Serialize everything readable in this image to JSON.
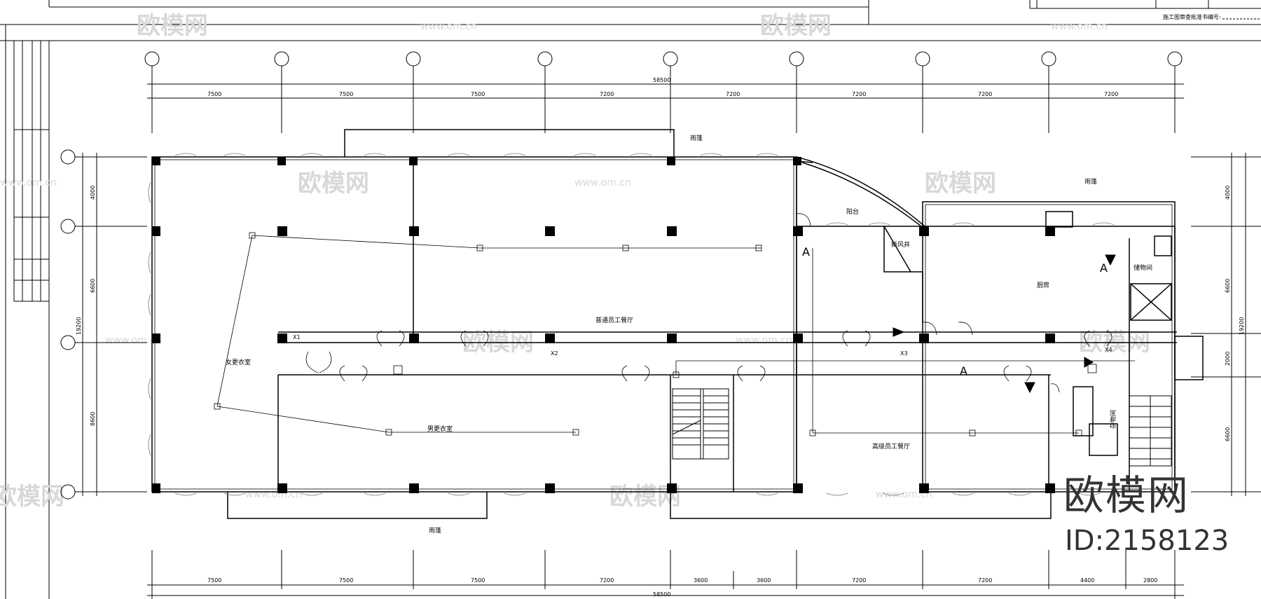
{
  "title_block": {
    "review_label": "施工图审查批准书编号:"
  },
  "watermark": {
    "brand": "欧模网",
    "url": "www.om.cn"
  },
  "stamp": {
    "brand": "欧模网",
    "id": "ID:2158123"
  },
  "plan": {
    "total_dimension_top": "58500",
    "total_dimension_bottom": "58500",
    "top_spans": [
      "7500",
      "7500",
      "7500",
      "7200",
      "7200",
      "7200",
      "7200",
      "7200"
    ],
    "bottom_spans": [
      "7500",
      "7500",
      "7500",
      "7200",
      "3600",
      "3600",
      "7200",
      "7200",
      "4400",
      "2800"
    ],
    "left_spans": [
      "4000",
      "6600",
      "8600"
    ],
    "left_total": "19200",
    "right_spans": [
      "4000",
      "6600",
      "2000",
      "6600"
    ],
    "right_total": "19200",
    "rooms": {
      "canopy_top": "雨篷",
      "canopy_right": "雨篷",
      "canopy_bottom": "雨篷",
      "balcony": "阳台",
      "shaft": "新风井",
      "kitchen": "厨房",
      "net": "储物间",
      "staff_dining": "普通员工餐厅",
      "female_locker": "女更衣室",
      "male_locker": "男更衣室",
      "senior_dining": "高级员工餐厅",
      "storage": "杂物间"
    },
    "section_marks": [
      "A",
      "A",
      "A"
    ],
    "equipment_tags": [
      "X1",
      "X2",
      "X3",
      "X4"
    ]
  }
}
